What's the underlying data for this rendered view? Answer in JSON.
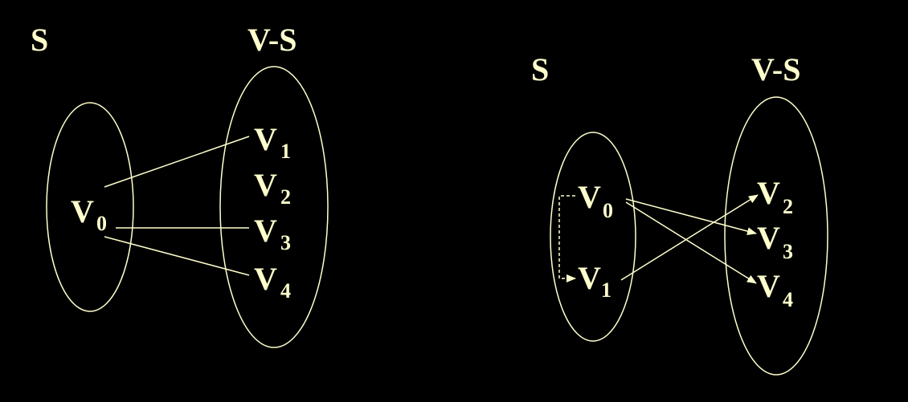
{
  "colors": {
    "background": "#000000",
    "stroke": "#FFFFCC",
    "text": "#FFFFCC"
  },
  "left_diagram": {
    "set_s_label": "S",
    "set_vs_label": "V-S",
    "s_nodes": [
      {
        "main": "V",
        "sub": "0"
      }
    ],
    "vs_nodes": [
      {
        "main": "V",
        "sub": "1"
      },
      {
        "main": "V",
        "sub": "2"
      },
      {
        "main": "V",
        "sub": "3"
      },
      {
        "main": "V",
        "sub": "4"
      }
    ],
    "edges": [
      {
        "from": "V0",
        "to": "V1",
        "style": "line"
      },
      {
        "from": "V0",
        "to": "V3",
        "style": "line"
      },
      {
        "from": "V0",
        "to": "V4",
        "style": "line"
      }
    ]
  },
  "right_diagram": {
    "set_s_label": "S",
    "set_vs_label": "V-S",
    "s_nodes": [
      {
        "main": "V",
        "sub": "0"
      },
      {
        "main": "V",
        "sub": "1"
      }
    ],
    "vs_nodes": [
      {
        "main": "V",
        "sub": "2"
      },
      {
        "main": "V",
        "sub": "3"
      },
      {
        "main": "V",
        "sub": "4"
      }
    ],
    "edges": [
      {
        "from": "V0",
        "to": "V1",
        "style": "dashed-arrow"
      },
      {
        "from": "V0",
        "to": "V3",
        "style": "arrow"
      },
      {
        "from": "V0",
        "to": "V4",
        "style": "arrow"
      },
      {
        "from": "V1",
        "to": "V2",
        "style": "arrow"
      }
    ]
  }
}
